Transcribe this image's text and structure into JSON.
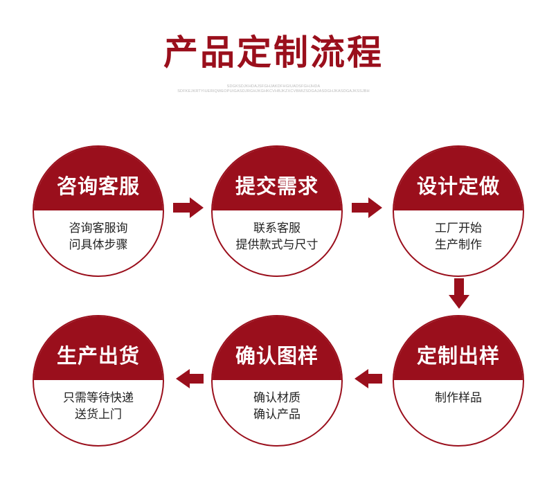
{
  "header": {
    "title": "产品定制流程",
    "subtitle_line1": "SDGKSDJKHDAJSFGHJAKDFHGIUADSFGHJHDA",
    "subtitle_line2": "SDFKEJKRTYIUERIQWEOPUIGASDJRGHJKGHKCVHBJKZXCVBMIZSDGAJASDGHJKASDGAJKSSJBH"
  },
  "theme": {
    "accent": "#9a0f1c",
    "text": "#222222",
    "background": "#ffffff"
  },
  "steps": [
    {
      "title": "咨询客服",
      "desc": [
        "咨询客服询",
        "问具体步骤"
      ]
    },
    {
      "title": "提交需求",
      "desc": [
        "联系客服",
        "提供款式与尺寸"
      ]
    },
    {
      "title": "设计定做",
      "desc": [
        "工厂开始",
        "生产制作"
      ]
    },
    {
      "title": "定制出样",
      "desc": [
        "制作样品"
      ]
    },
    {
      "title": "确认图样",
      "desc": [
        "确认材质",
        "确认产品"
      ]
    },
    {
      "title": "生产出货",
      "desc": [
        "只需等待快递",
        "送货上门"
      ]
    }
  ],
  "arrows": [
    "arrow-right",
    "arrow-right",
    "arrow-down",
    "arrow-left",
    "arrow-left"
  ]
}
